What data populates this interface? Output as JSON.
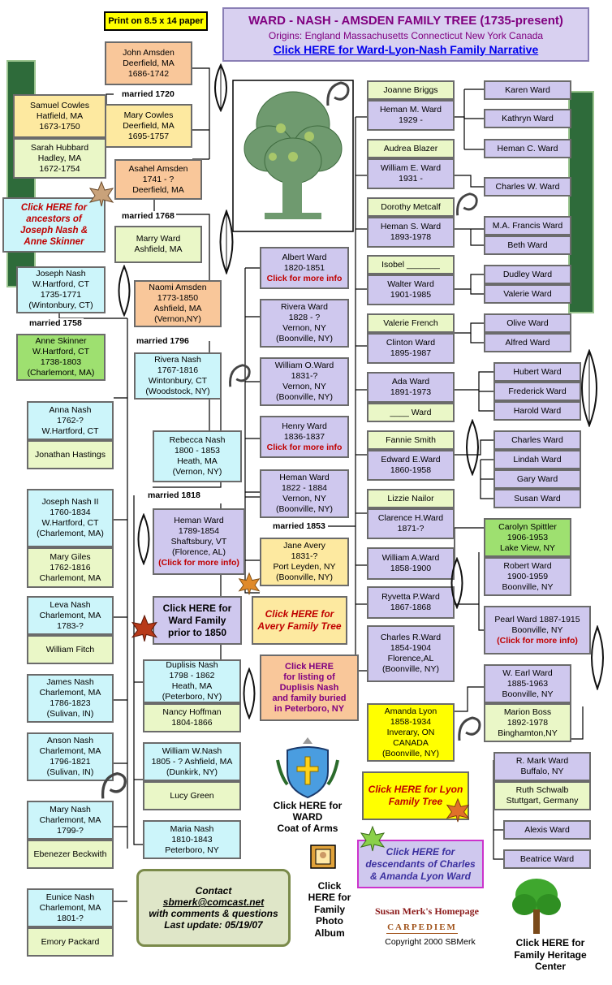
{
  "header": {
    "print_note": "Print on 8.5 x 14 paper",
    "title": "WARD - NASH - AMSDEN  FAMILY  TREE  (1735-present)",
    "origins": "Origins:  England  Massachusetts  Connecticut  New York  Canada",
    "narrative_link": "Click HERE for Ward-Lyon-Nash Family Narrative"
  },
  "persons": {
    "john_amsden": "John Amsden\nDeerfield, MA\n1686-1742",
    "samuel_cowles": "Samuel Cowles\nHatfield, MA\n1673-1750",
    "sarah_hubbard": "Sarah Hubbard\nHadley, MA\n1672-1754",
    "mary_cowles": "Mary Cowles\nDeerfield, MA\n1695-1757",
    "asahel_amsden": "Asahel Amsden\n1741 - ?\nDeerfield, MA",
    "marry_ward": "Marry Ward\nAshfield, MA",
    "joseph_nash": "Joseph Nash\nW.Hartford, CT\n1735-1771\n(Wintonbury, CT)",
    "anne_skinner": "Anne Skinner\nW.Hartford, CT\n1738-1803\n(Charlemont, MA)",
    "naomi_amsden": "Naomi Amsden\n1773-1850\nAshfield, MA\n(Vernon,NY)",
    "rivera_nash": "Rivera Nash\n1767-1816\nWintonbury, CT\n(Woodstock, NY)",
    "anna_nash": "Anna Nash\n1762-?\nW.Hartford, CT",
    "jonathan_hastings": "Jonathan Hastings",
    "rebecca_nash": "Rebecca Nash\n1800 - 1853\nHeath, MA\n(Vernon, NY)",
    "joseph_nash_ii": "Joseph Nash II\n1760-1834\nW.Hartford, CT\n(Charlemont, MA)",
    "mary_giles": "Mary Giles\n1762-1816\nCharlemont, MA",
    "heman_ward_1789": "Heman Ward\n1789-1854\nShaftsbury, VT\n(Florence, AL)",
    "leva_nash": "Leva Nash\nCharlemont, MA\n1783-?",
    "william_fitch": "William Fitch",
    "james_nash": "James Nash\nCharlemont, MA\n1786-1823\n(Sulivan, IN)",
    "anson_nash": "Anson Nash\nCharlemont, MA\n1796-1821\n(Sulivan, IN)",
    "mary_nash": "Mary Nash\nCharlemont, MA\n1799-?",
    "ebenezer_beckwith": "Ebenezer Beckwith",
    "eunice_nash": "Eunice Nash\nCharlemont, MA\n1801-?",
    "emory_packard": "Emory Packard",
    "duplisis_nash": "Duplisis Nash\n1798 - 1862\nHeath, MA\n(Peterboro, NY)",
    "nancy_hoffman": "Nancy Hoffman\n1804-1866",
    "william_w_nash": "William W.Nash\n1805 - ? Ashfield, MA\n(Dunkirk, NY)",
    "lucy_green": "Lucy Green",
    "maria_nash": "Maria Nash\n1810-1843\nPeterboro, NY",
    "albert_ward": "Albert Ward\n1820-1851",
    "rivera_ward": "Rivera Ward\n1828 - ?\nVernon, NY\n(Boonville, NY)",
    "william_o_ward": "William O.Ward\n1831-?\nVernon, NY\n(Boonville, NY)",
    "henry_ward": "Henry Ward\n1836-1837",
    "heman_ward_1822": "Heman Ward\n1822 - 1884\nVernon, NY\n(Boonville, NY)",
    "jane_avery": "Jane Avery\n1831-?\nPort Leyden, NY\n(Boonville, NY)",
    "joanne_briggs": "Joanne Briggs",
    "heman_m_ward": "Heman M. Ward\n1929 -",
    "audrea_blazer": "Audrea Blazer",
    "william_e_ward": "William E. Ward\n1931 -",
    "dorothy_metcalf": "Dorothy Metcalf",
    "heman_s_ward": "Heman S. Ward\n1893-1978",
    "isobel": "Isobel _______",
    "walter_ward": "Walter Ward\n1901-1985",
    "valerie_french": "Valerie French",
    "clinton_ward": "Clinton Ward\n1895-1987",
    "ada_ward": "Ada Ward\n1891-1973",
    "blank_ward": "____ Ward",
    "fannie_smith": "Fannie Smith",
    "edward_e_ward": "Edward E.Ward\n1860-1958",
    "lizzie_nailor": "Lizzie Nailor",
    "clarence_h_ward": "Clarence H.Ward\n1871-?",
    "william_a_ward": "William A.Ward\n1858-1900",
    "ryvetta_p_ward": "Ryvetta P.Ward\n1867-1868",
    "charles_r_ward": "Charles R.Ward\n1854-1904\nFlorence,AL\n(Boonville, NY)",
    "amanda_lyon": "Amanda Lyon\n1858-1934\nInverary, ON\nCANADA\n(Boonville, NY)",
    "karen_ward": "Karen Ward",
    "kathryn_ward": "Kathryn Ward",
    "heman_c_ward": "Heman C. Ward",
    "charles_w_ward": "Charles W. Ward",
    "ma_francis_ward": "M.A. Francis Ward",
    "beth_ward": "Beth Ward",
    "dudley_ward": "Dudley Ward",
    "valerie_ward": "Valerie Ward",
    "olive_ward": "Olive Ward",
    "alfred_ward": "Alfred Ward",
    "hubert_ward": "Hubert Ward",
    "frederick_ward": "Frederick Ward",
    "harold_ward": "Harold Ward",
    "charles_ward": "Charles Ward",
    "lindah_ward": "Lindah Ward",
    "gary_ward": "Gary Ward",
    "susan_ward": "Susan Ward",
    "carolyn_spittler": "Carolyn Spittler\n1906-1953\nLake View, NY",
    "robert_ward": "Robert Ward\n1900-1959\nBoonville, NY",
    "pearl_ward": "Pearl Ward 1887-1915\nBoonville, NY",
    "w_earl_ward": "W. Earl Ward\n1885-1963\nBoonville, NY",
    "marion_boss": "Marion Boss\n1892-1978\nBinghamton,NY",
    "r_mark_ward": "R. Mark Ward\nBuffalo, NY",
    "ruth_schwalb": "Ruth Schwalb\nStuttgart, Germany",
    "alexis_ward": "Alexis Ward",
    "beatrice_ward": "Beatrice Ward"
  },
  "more_info": "(Click for more info)",
  "more_info_short": "Click for more info",
  "married": {
    "m1720": "married 1720",
    "m1768": "married 1768",
    "m1758": "married 1758",
    "m1796": "married 1796",
    "m1818": "married 1818",
    "m1853": "married 1853"
  },
  "links": {
    "nash_skinner": "Click HERE for\nancestors of\nJoseph Nash &\nAnne Skinner",
    "avery": "Click HERE for\nAvery Family Tree",
    "ward_prior": "Click HERE for\nWard Family\nprior to 1850",
    "duplisis_burial": "Click HERE\n for listing of\nDuplisis Nash\nand family buried\nin Peterboro, NY",
    "coat_of_arms": "Click HERE for\nWARD\nCoat of Arms",
    "lyon": "Click HERE for  Lyon\nFamily Tree",
    "descendants": "Click HERE for\ndescendants of Charles\n& Amanda Lyon Ward",
    "photo_album": "Click\nHERE for\nFamily\nPhoto\nAlbum",
    "heritage": "Click HERE for\nFamily Heritage\nCenter"
  },
  "contact": {
    "label": "Contact",
    "email": "sbmerk@comcast.net",
    "comments": "with comments & questions",
    "updated": "Last update: 05/19/07"
  },
  "footer": {
    "homepage": "Susan Merk's Homepage",
    "carpediem": "CARPEDIEM",
    "copyright": "Copyright 2000 SBMerk"
  },
  "colors": {
    "title_purple": "#800080",
    "link_blue": "#0000ee",
    "link_red": "#c00000",
    "box_border": "#6b6b6b",
    "panel_green": "#2e6b3a"
  }
}
